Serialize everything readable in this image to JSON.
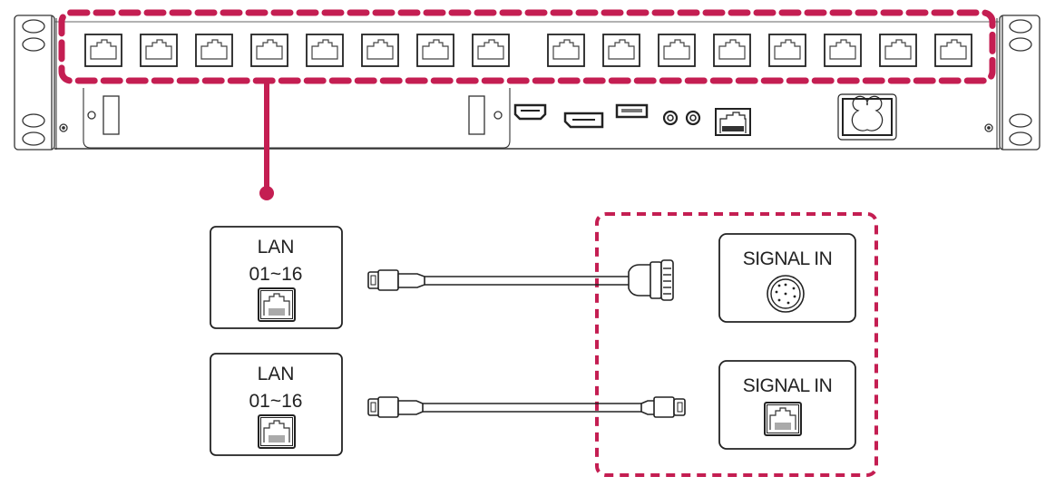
{
  "colors": {
    "accent": "#c41e52",
    "outline": "#222222",
    "panel_line": "#555555"
  },
  "device": {
    "lan_port_count": 16,
    "rear_ports": [
      "hdmi-port",
      "displayport-port",
      "usb-port",
      "audio-jack-1",
      "audio-jack-2",
      "rj45-port",
      "power-inlet"
    ]
  },
  "connections": [
    {
      "source_label_line1": "LAN",
      "source_label_line2": "01~16",
      "cable": "rj45-to-circular-connector",
      "target_label": "SIGNAL IN",
      "target_port": "circular-connector"
    },
    {
      "source_label_line1": "LAN",
      "source_label_line2": "01~16",
      "cable": "rj45-to-rj45",
      "target_label": "SIGNAL IN",
      "target_port": "rj45"
    }
  ]
}
